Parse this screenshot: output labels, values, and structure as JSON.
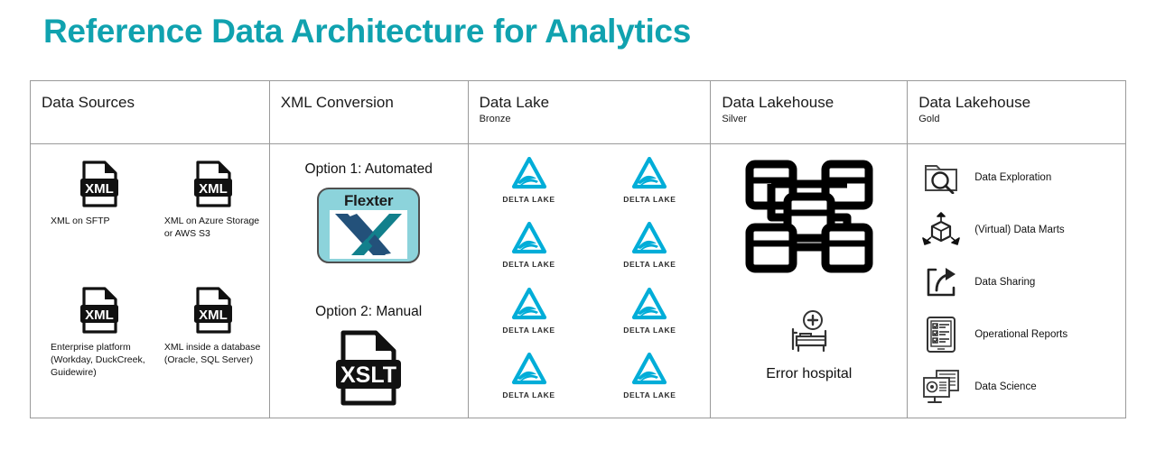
{
  "title": "Reference Data Architecture for Analytics",
  "theme": {
    "title_color": "#10A2AF",
    "border_color": "#9a9a9a",
    "delta_cyan": "#00ADD8",
    "flexter_bg": "#8CD3DB",
    "flexter_navy": "#23517A",
    "flexter_teal": "#12808C"
  },
  "columns": [
    {
      "id": "data-sources",
      "header": "Data Sources",
      "subheader": "",
      "items": [
        {
          "icon": "xml-file-icon",
          "label": "XML on SFTP"
        },
        {
          "icon": "xml-file-icon",
          "label": "XML on Azure Storage or AWS S3"
        },
        {
          "icon": "xml-file-icon",
          "label": "Enterprise platform (Workday, DuckCreek, Guidewire)"
        },
        {
          "icon": "xml-file-icon",
          "label": "XML inside a database (Oracle, SQL Server)"
        }
      ]
    },
    {
      "id": "xml-conversion",
      "header": "XML Conversion",
      "subheader": "",
      "option1_label": "Option 1: Automated",
      "option1_logo_text": "Flexter",
      "option1_icon": "flexter-logo",
      "option2_label": "Option 2: Manual",
      "option2_icon": "xslt-file-icon",
      "option2_file_text": "XSLT"
    },
    {
      "id": "data-lake",
      "header": "Data Lake",
      "subheader": "Bronze",
      "logo_label": "DELTA LAKE",
      "logo_icon": "delta-lake-icon",
      "logo_count": 8
    },
    {
      "id": "data-lakehouse-silver",
      "header": "Data Lakehouse",
      "subheader": "Silver",
      "schema_icon": "data-model-network-icon",
      "error_icon": "hospital-bed-icon",
      "error_label": "Error hospital"
    },
    {
      "id": "data-lakehouse-gold",
      "header": "Data Lakehouse",
      "subheader": "Gold",
      "items": [
        {
          "icon": "folder-search-icon",
          "label": "Data Exploration"
        },
        {
          "icon": "cube-arrows-icon",
          "label": "(Virtual) Data Marts"
        },
        {
          "icon": "share-arrow-icon",
          "label": "Data Sharing"
        },
        {
          "icon": "tablet-checklist-icon",
          "label": "Operational Reports"
        },
        {
          "icon": "monitor-server-icon",
          "label": "Data Science"
        }
      ]
    }
  ]
}
